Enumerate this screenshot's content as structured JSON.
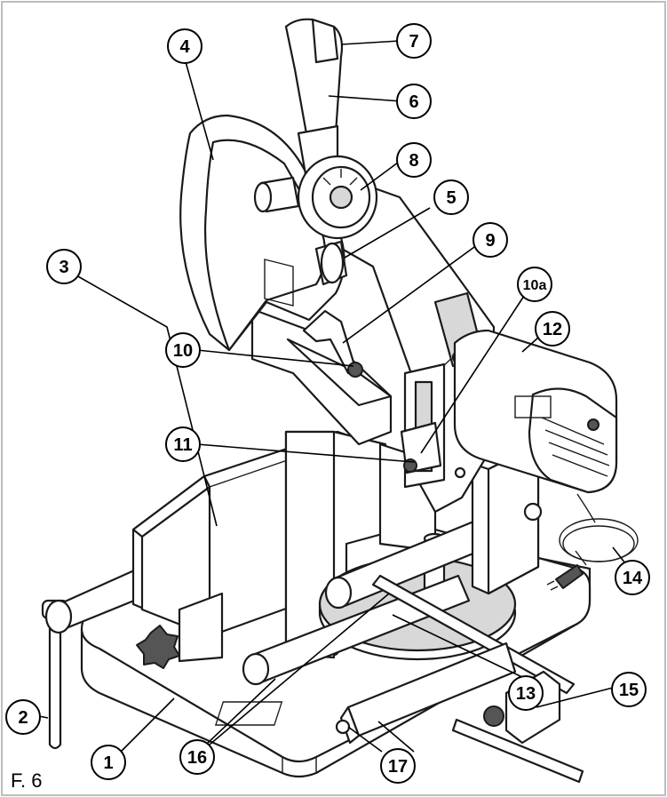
{
  "figure": {
    "label": "F. 6",
    "background": "#ffffff",
    "frame_color": "#bdbdbd",
    "callouts": [
      {
        "id": "1",
        "label": "1"
      },
      {
        "id": "2",
        "label": "2"
      },
      {
        "id": "3",
        "label": "3"
      },
      {
        "id": "4",
        "label": "4"
      },
      {
        "id": "5",
        "label": "5"
      },
      {
        "id": "6",
        "label": "6"
      },
      {
        "id": "7",
        "label": "7"
      },
      {
        "id": "8",
        "label": "8"
      },
      {
        "id": "9",
        "label": "9"
      },
      {
        "id": "10",
        "label": "10"
      },
      {
        "id": "10a",
        "label": "10a"
      },
      {
        "id": "11",
        "label": "11"
      },
      {
        "id": "12",
        "label": "12"
      },
      {
        "id": "13",
        "label": "13"
      },
      {
        "id": "14",
        "label": "14"
      },
      {
        "id": "15",
        "label": "15"
      },
      {
        "id": "16",
        "label": "16"
      },
      {
        "id": "17",
        "label": "17"
      }
    ]
  }
}
